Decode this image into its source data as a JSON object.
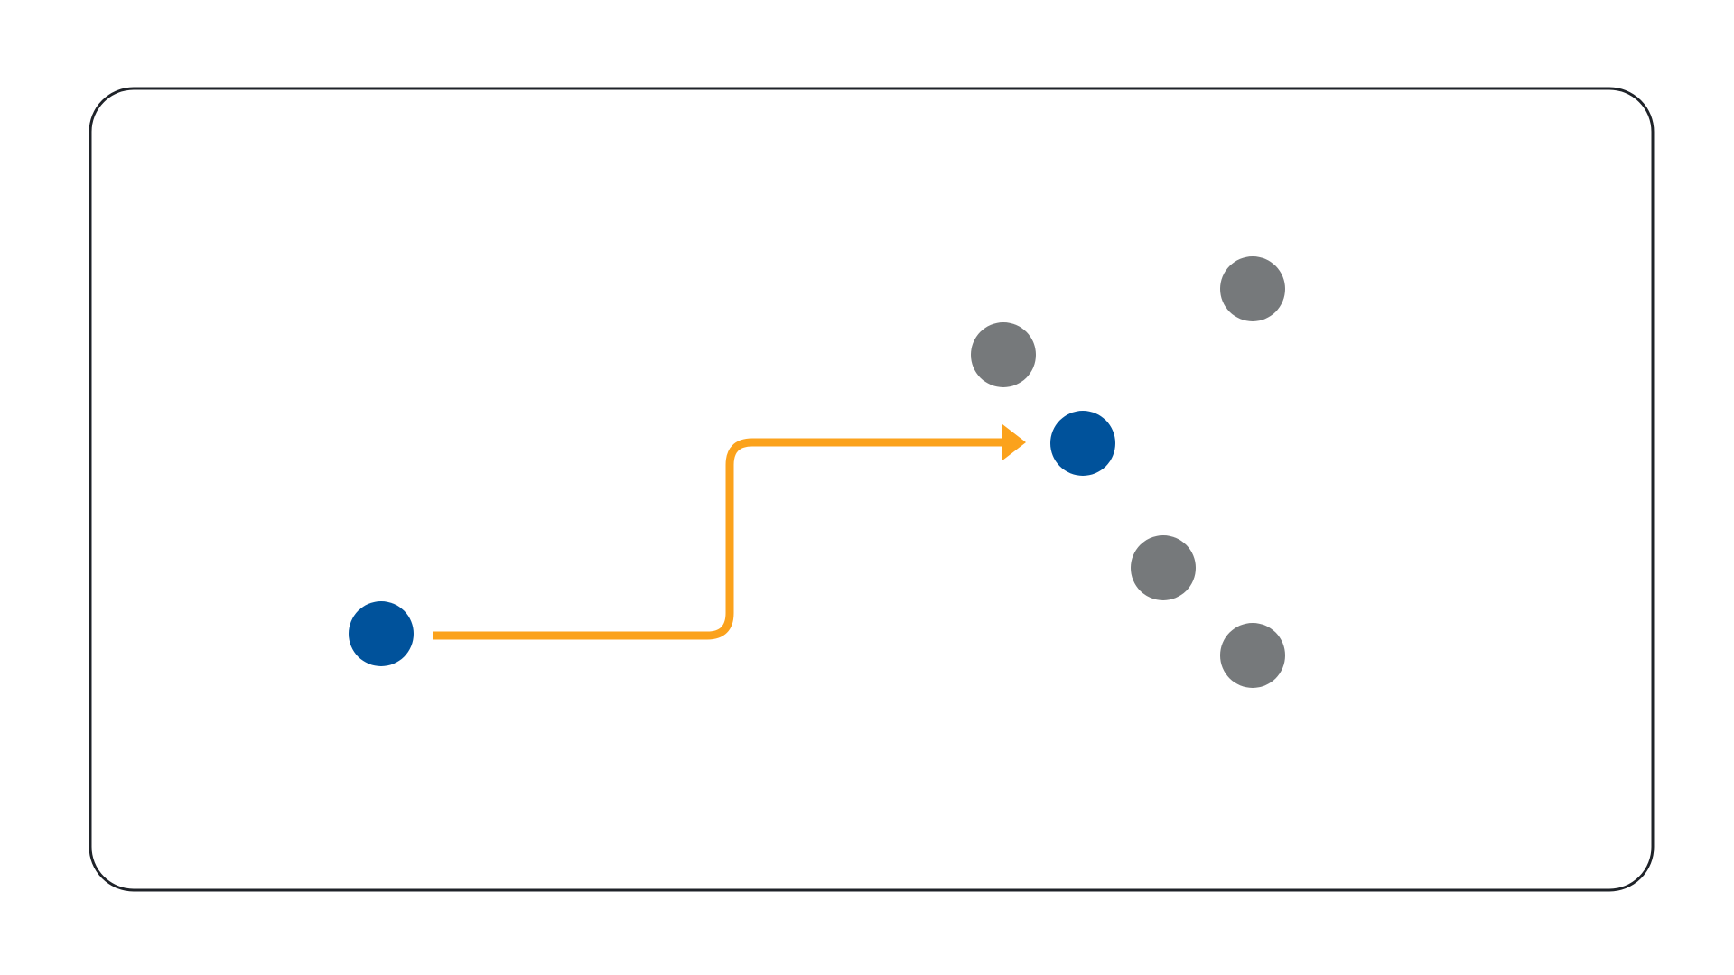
{
  "colors": {
    "background": "#ffffff",
    "frame_stroke": "#1f2329",
    "highlight_node": "#00529b",
    "other_node": "#76797b",
    "connector": "#fba21c"
  },
  "diagram": {
    "nodes": [
      {
        "id": "source",
        "role": "highlighted"
      },
      {
        "id": "target",
        "role": "highlighted"
      },
      {
        "id": "neighbor-1",
        "role": "other"
      },
      {
        "id": "neighbor-2",
        "role": "other"
      },
      {
        "id": "neighbor-3",
        "role": "other"
      },
      {
        "id": "neighbor-4",
        "role": "other"
      }
    ],
    "edges": [
      {
        "from": "source",
        "to": "target",
        "style": "orthogonal-arrow"
      }
    ]
  }
}
